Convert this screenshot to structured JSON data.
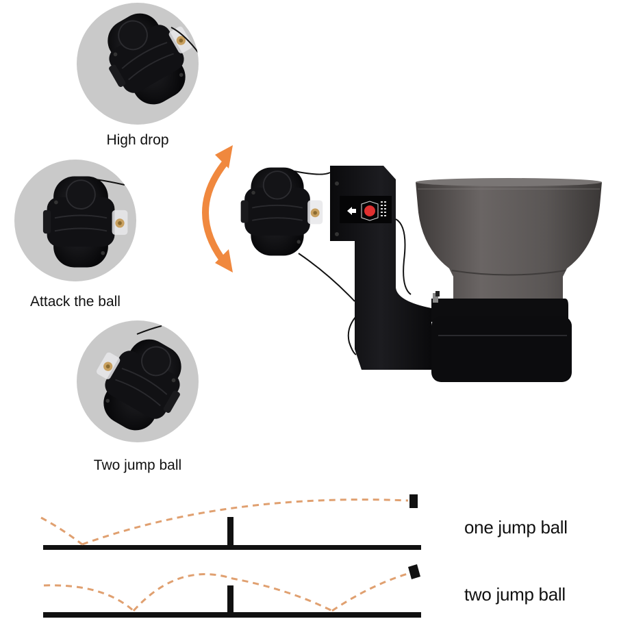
{
  "angle_modes": [
    {
      "label": "High drop",
      "icon": "launcher-head-tilted-up-icon"
    },
    {
      "label": "Attack the ball",
      "icon": "launcher-head-level-icon"
    },
    {
      "label": "Two jump ball",
      "icon": "launcher-head-tilted-down-icon"
    }
  ],
  "adjust_arrow": {
    "icon": "double-curved-arrow-icon",
    "color": "#f0883e"
  },
  "product": {
    "name": "table-tennis-robot",
    "hopper_color": "#5a5655",
    "body_color": "#0d0d0f",
    "panel_accent": "#e03030"
  },
  "trajectories": [
    {
      "label": "one jump ball",
      "bounces": 1
    },
    {
      "label": "two jump ball",
      "bounces": 2
    }
  ],
  "colors": {
    "dash": "#e0a070",
    "table": "#111111",
    "circle_bg": "#c9c9c9"
  }
}
